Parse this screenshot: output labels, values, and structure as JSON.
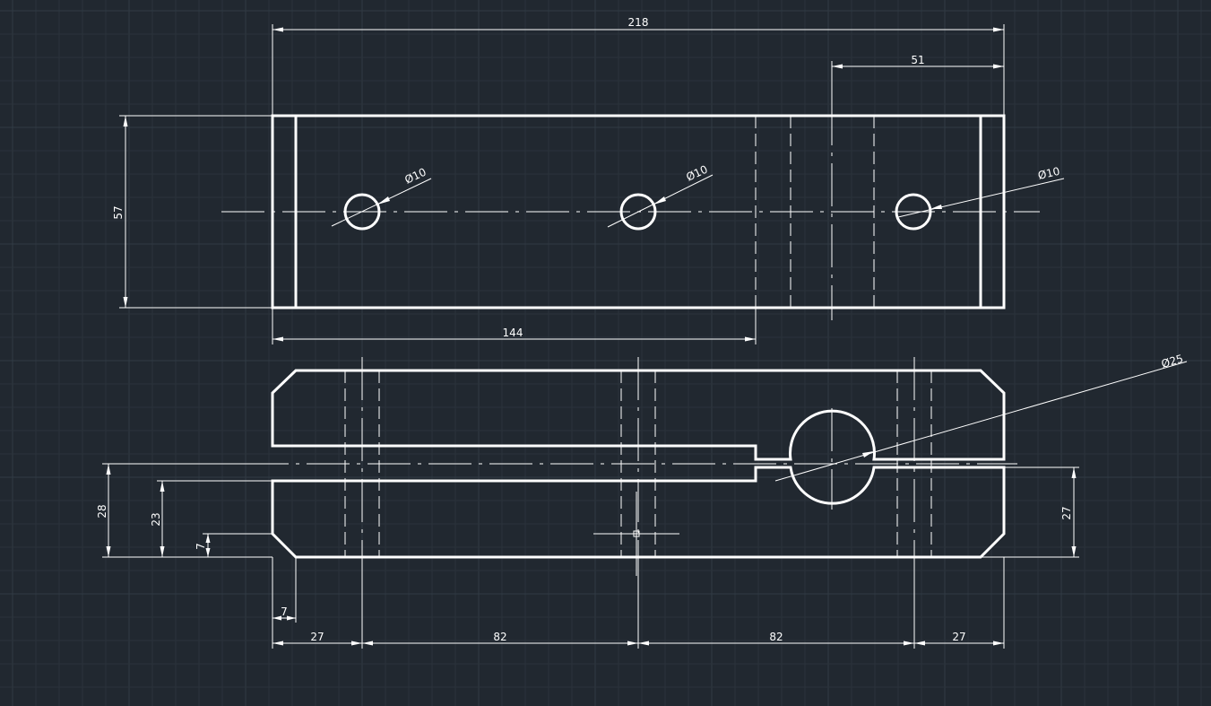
{
  "drawing": {
    "background_color": "#212830",
    "line_color": "#ffffff",
    "grid_color": "#2a323b"
  },
  "dimensions": {
    "top_overall_width": "218",
    "top_right_offset": "51",
    "top_height": "57",
    "top_left_offset": "144",
    "hole_left": "Ø10",
    "hole_middle": "Ø10",
    "hole_right": "Ø10",
    "bore": "Ø25",
    "front_height_left": "28",
    "front_lower_height": "23",
    "chamfer_vertical": "7",
    "chamfer_horizontal": "7",
    "front_height_right": "27",
    "spacing_1": "27",
    "spacing_2": "82",
    "spacing_3": "82",
    "spacing_4": "27"
  }
}
